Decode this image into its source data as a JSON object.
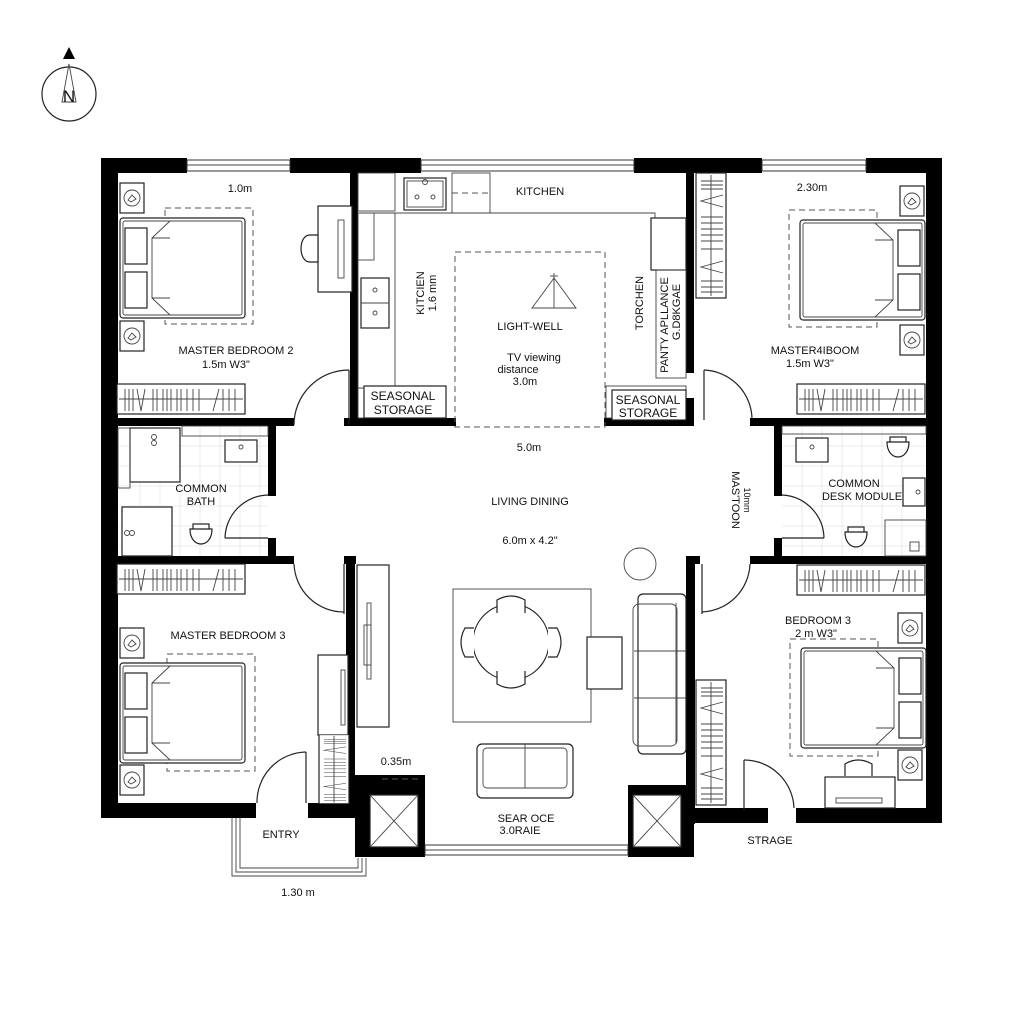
{
  "compass": {
    "label": "N",
    "icon": "north-arrow-icon"
  },
  "rooms": {
    "master_bedroom_2": {
      "name": "MASTER BEDROOM 2",
      "sub": "1.5m W3\"",
      "dim": "1.0m"
    },
    "kitchen": {
      "name": "KITCHEN",
      "side_label": "KITCIEN",
      "side_sub": "1.6 mm",
      "right_label": "TORCHEN",
      "pantry_1": "PANTY APLLANCE",
      "pantry_2": "G.D8KGAE"
    },
    "light_well": {
      "name": "LIGHT-WELL",
      "tv_1": "TV viewing",
      "tv_2": "distance",
      "tv_3": "3.0m"
    },
    "seasonal_storage_left": {
      "line1": "SEASONAL",
      "line2": "STORAGE"
    },
    "seasonal_storage_right": {
      "line1": "SEASONAL",
      "line2": "STORAGE"
    },
    "master_bedroom_4": {
      "name": "MASTER4IBOOM",
      "sub": "1.5m W3\"",
      "dim": "2.30m"
    },
    "common_bath": {
      "line1": "COMMON",
      "line2": "BATH"
    },
    "living_dining": {
      "name": "LIVING DINING",
      "dim": "6.0m x 4.2\"",
      "width": "5.0m"
    },
    "mastoon": {
      "line1": "MAS'TOON",
      "line2": "10mm"
    },
    "common_desk": {
      "line1": "COMMON",
      "line2": "DESK MODULE"
    },
    "master_bedroom_3": {
      "name": "MASTER BEDROOM 3"
    },
    "bedroom_3": {
      "name": "BEDROOM 3",
      "sub": "2 m W3\""
    },
    "entry": {
      "name": "ENTRY",
      "dim": "1.30 m"
    },
    "sear_oce": {
      "line1": "SEAR OCE",
      "line2": "3.0RAIE",
      "dim": "0.35m"
    },
    "strage": {
      "name": "STRAGE"
    }
  },
  "colors": {
    "wall": "#000000",
    "line": "#222222",
    "background": "#ffffff"
  }
}
